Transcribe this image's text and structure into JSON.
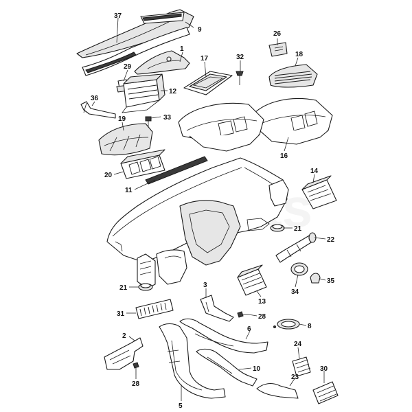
{
  "callouts": [
    {
      "id": "p37",
      "label": "37"
    },
    {
      "id": "p9",
      "label": "9"
    },
    {
      "id": "p1",
      "label": "1"
    },
    {
      "id": "p29",
      "label": "29"
    },
    {
      "id": "p17",
      "label": "17"
    },
    {
      "id": "p32",
      "label": "32"
    },
    {
      "id": "p26",
      "label": "26"
    },
    {
      "id": "p18",
      "label": "18"
    },
    {
      "id": "p12",
      "label": "12"
    },
    {
      "id": "p36",
      "label": "36"
    },
    {
      "id": "p33",
      "label": "33"
    },
    {
      "id": "p19",
      "label": "19"
    },
    {
      "id": "p16",
      "label": "16"
    },
    {
      "id": "p20",
      "label": "20"
    },
    {
      "id": "p11",
      "label": "11"
    },
    {
      "id": "p14",
      "label": "14"
    },
    {
      "id": "p21a",
      "label": "21"
    },
    {
      "id": "p22",
      "label": "22"
    },
    {
      "id": "p21b",
      "label": "21"
    },
    {
      "id": "p34",
      "label": "34"
    },
    {
      "id": "p35",
      "label": "35"
    },
    {
      "id": "p13",
      "label": "13"
    },
    {
      "id": "p3",
      "label": "3"
    },
    {
      "id": "p31",
      "label": "31"
    },
    {
      "id": "p28a",
      "label": "28"
    },
    {
      "id": "p8",
      "label": "8"
    },
    {
      "id": "p2",
      "label": "2"
    },
    {
      "id": "p6",
      "label": "6"
    },
    {
      "id": "p24",
      "label": "24"
    },
    {
      "id": "p10",
      "label": "10"
    },
    {
      "id": "p23",
      "label": "23"
    },
    {
      "id": "p28b",
      "label": "28"
    },
    {
      "id": "p30",
      "label": "30"
    },
    {
      "id": "p5",
      "label": "5"
    }
  ]
}
